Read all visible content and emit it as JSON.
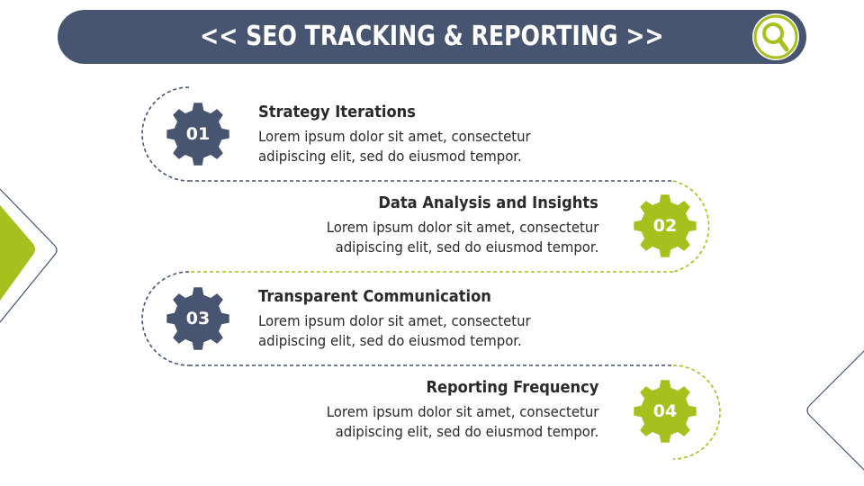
{
  "header": {
    "title": "<< SEO TRACKING & REPORTING >>",
    "icon": "magnifier-icon"
  },
  "colors": {
    "navy": "#475570",
    "green": "#a6c01d",
    "text": "#2a2a2a"
  },
  "steps": [
    {
      "number": "01",
      "title": "Strategy Iterations",
      "desc_line1": "Lorem ipsum dolor sit amet, consectetur",
      "desc_line2": "adipiscing elit, sed do eiusmod tempor.",
      "color": "navy"
    },
    {
      "number": "02",
      "title": "Data Analysis and Insights",
      "desc_line1": "Lorem ipsum dolor sit amet, consectetur",
      "desc_line2": "adipiscing elit, sed do eiusmod tempor.",
      "color": "green"
    },
    {
      "number": "03",
      "title": "Transparent Communication",
      "desc_line1": "Lorem ipsum dolor sit amet, consectetur",
      "desc_line2": "adipiscing elit, sed do eiusmod tempor.",
      "color": "navy"
    },
    {
      "number": "04",
      "title": "Reporting Frequency",
      "desc_line1": "Lorem ipsum dolor sit amet, consectetur",
      "desc_line2": "adipiscing elit, sed do eiusmod tempor.",
      "color": "green"
    }
  ]
}
